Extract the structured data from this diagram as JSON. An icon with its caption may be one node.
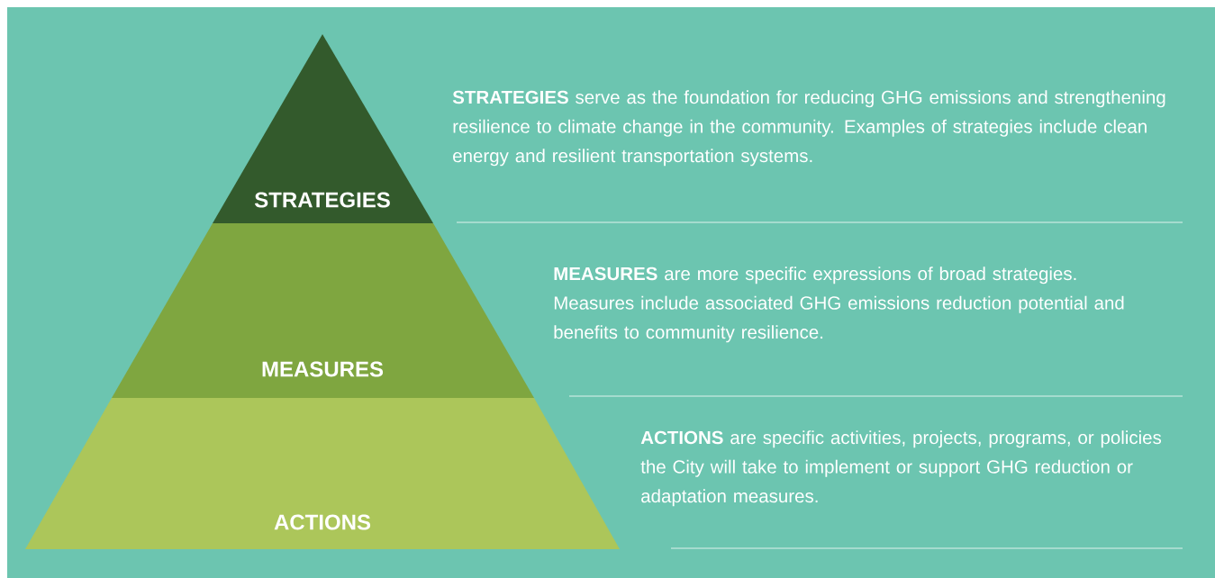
{
  "diagram": {
    "nodes": [
      {
        "text": [
          "STRATEGIES"
        ]
      },
      {
        "text": [
          "MEASURES"
        ]
      },
      {
        "text": [
          "ACTIONS"
        ]
      }
    ],
    "labels": [
      "**STRATEGIES** serve as the foundation for reducing GHG emissions and strengthening resilience to climate change in the community. Examples of strategies include clean energy and resilient transportation systems.",
      "**MEASURES** are more specific expressions of broad strategies. Measures include associated GHG emissions reduction potential and benefits to community resilience.",
      "**ACTIONS** are specific activities, projects, programs, or policies the City will take to implement or support GHG reduction or adaptation measures."
    ]
  }
}
